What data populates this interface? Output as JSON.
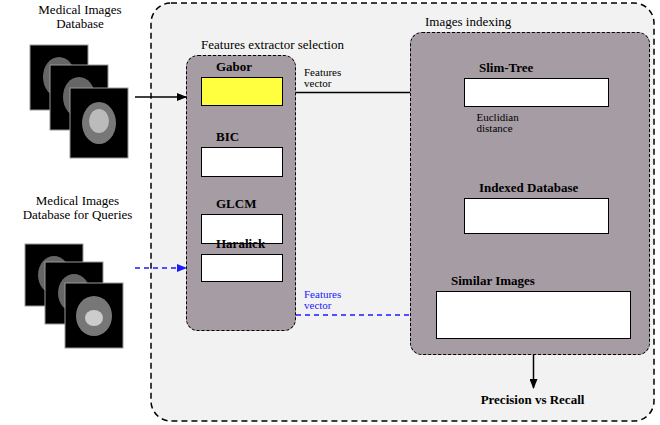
{
  "diagram": {
    "nodes": [
      {
        "text": [
          "Medical Images Database"
        ]
      },
      {
        "text": [
          "Medical Images Database for Queries"
        ]
      },
      {
        "text": [
          "Features extractor selection"
        ]
      },
      {
        "text": [
          "Gabor"
        ],
        "in": 2
      },
      {
        "text": [
          "BIC"
        ],
        "in": 2
      },
      {
        "text": [
          "GLCM"
        ],
        "in": 2
      },
      {
        "text": [
          "Haralick"
        ],
        "in": 2
      },
      {
        "text": [
          "Images indexing"
        ]
      },
      {
        "text": [
          "Slim-Tree"
        ],
        "in": 7
      },
      {
        "text": [
          "Indexed Database"
        ],
        "in": 7
      },
      {
        "text": [
          "Similar Images"
        ],
        "in": 7
      },
      {
        "text": [
          "Precision vs Recall"
        ]
      }
    ],
    "edges": [
      {
        "from": 0,
        "to": 2,
        "arrow": "to"
      },
      {
        "from": 1,
        "to": 2,
        "arrow": "to"
      },
      {
        "from": 2,
        "to": 8,
        "label": "Features vector",
        "arrow": "to"
      },
      {
        "from": 8,
        "to": 9,
        "label": "Euclidian distance",
        "arrow": "to"
      },
      {
        "from": 9,
        "to": 10,
        "arrow": "to"
      },
      {
        "from": 2,
        "to": 10,
        "label": "Features vector",
        "arrow": "to"
      },
      {
        "from": 10,
        "to": 11,
        "arrow": "to"
      }
    ]
  }
}
